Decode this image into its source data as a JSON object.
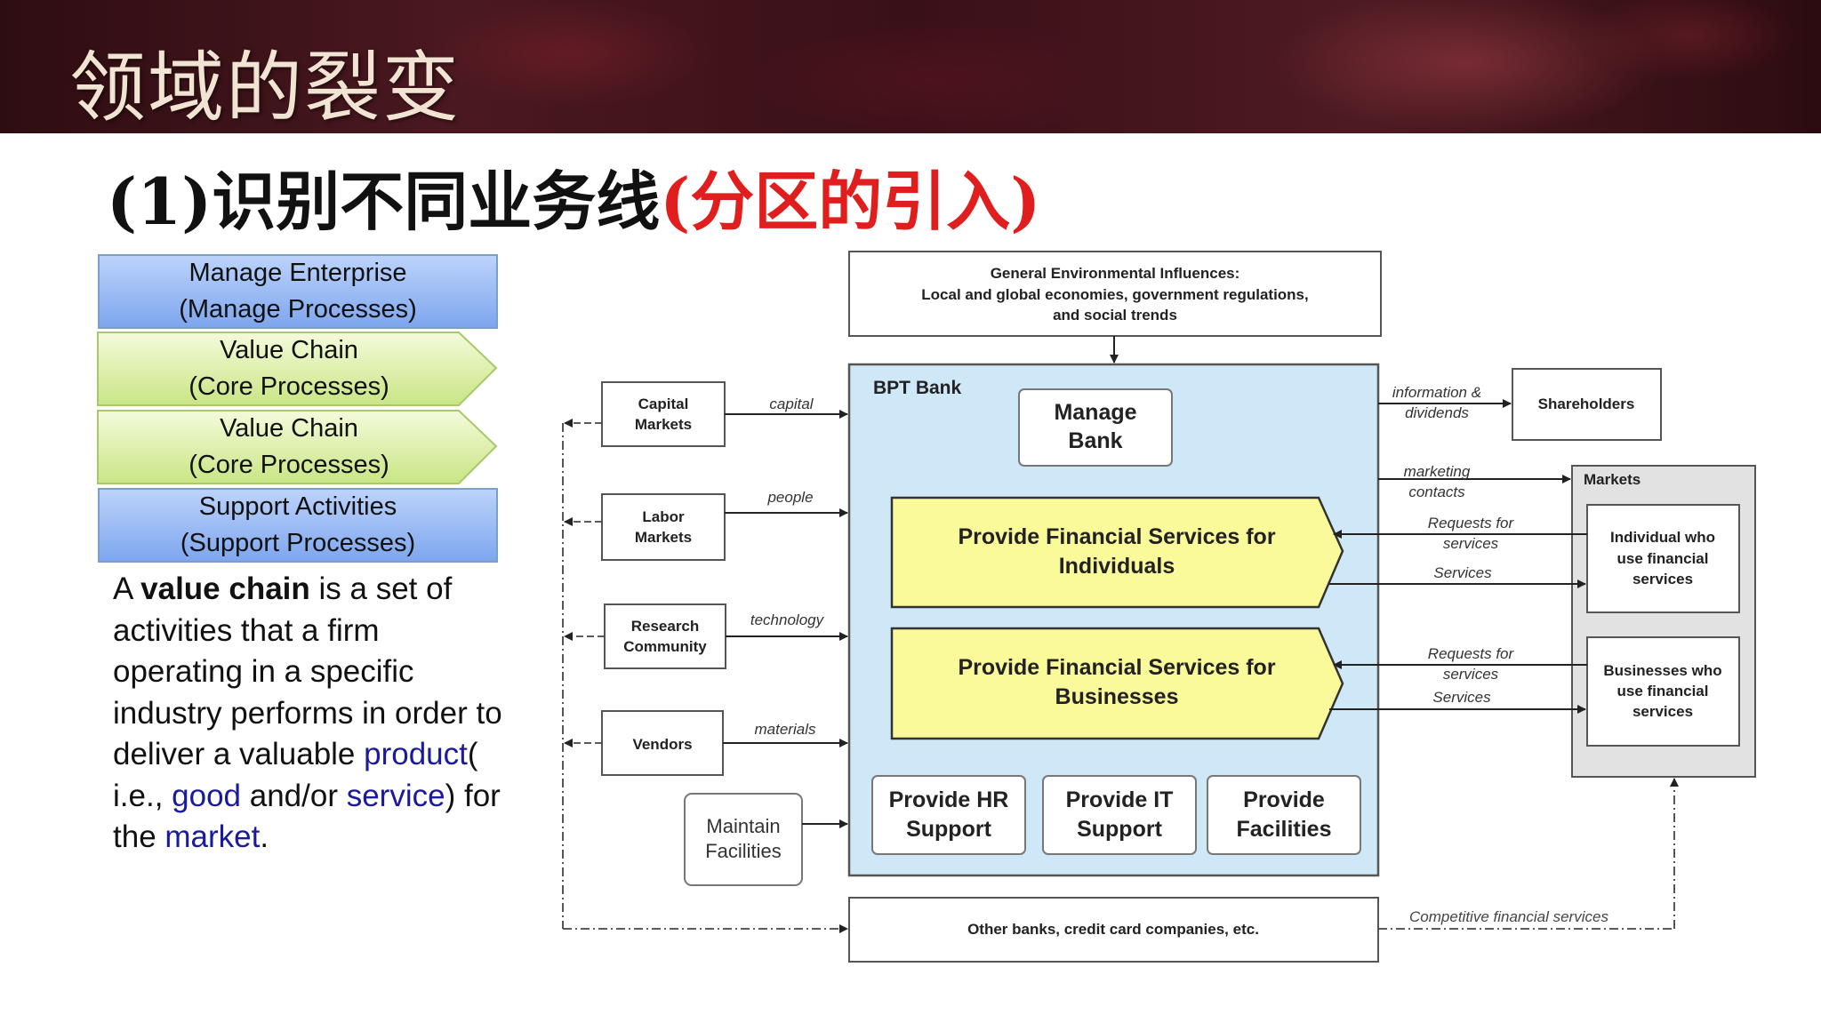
{
  "header": {
    "title": "领域的裂变"
  },
  "subtitle": {
    "prefix": "(1)识别不同业务线",
    "highlight": "(分区的引入)"
  },
  "process_boxes": [
    {
      "line1": "Manage Enterprise",
      "line2": "(Manage Processes)"
    },
    {
      "line1": "Value Chain",
      "line2": "(Core Processes)"
    },
    {
      "line1": "Value Chain",
      "line2": "(Core Processes)"
    },
    {
      "line1": "Support Activities",
      "line2": "(Support Processes)"
    }
  ],
  "definition": {
    "p1": "A ",
    "term": "value chain",
    "p2": " is a set of activities that a firm operating in a specific industry performs in order to deliver a valuable ",
    "product": "product",
    "p3": "( i.e., ",
    "good": "good",
    "p4": " and/or ",
    "service": "service",
    "p5": ") for the ",
    "market": "market",
    "p6": "."
  },
  "diagram": {
    "env_title": "General Environmental Influences:",
    "env_line2": "Local and global economies, government regulations,",
    "env_line3": "and social trends",
    "bank_label": "BPT Bank",
    "manage_bank_1": "Manage",
    "manage_bank_2": "Bank",
    "individuals_1": "Provide Financial Services for",
    "individuals_2": "Individuals",
    "businesses_1": "Provide Financial Services for",
    "businesses_2": "Businesses",
    "hr_1": "Provide HR",
    "hr_2": "Support",
    "it_1": "Provide IT",
    "it_2": "Support",
    "fac_1": "Provide",
    "fac_2": "Facilities",
    "capital_1": "Capital",
    "capital_2": "Markets",
    "capital_flow": "capital",
    "labor_1": "Labor",
    "labor_2": "Markets",
    "labor_flow": "people",
    "research_1": "Research",
    "research_2": "Community",
    "research_flow": "technology",
    "vendors": "Vendors",
    "vendors_flow": "materials",
    "maintain_1": "Maintain",
    "maintain_2": "Facilities",
    "other_banks": "Other banks, credit card companies, etc.",
    "competitive": "Competitive financial services",
    "info_1": "information &",
    "info_2": "dividends",
    "shareholders": "Shareholders",
    "marketing_1": "marketing",
    "marketing_2": "contacts",
    "markets": "Markets",
    "req_1": "Requests for",
    "req_2": "services",
    "services": "Services",
    "ind_cust_1": "Individual who",
    "ind_cust_2": "use financial",
    "ind_cust_3": "services",
    "bus_cust_1": "Businesses who",
    "bus_cust_2": "use financial",
    "bus_cust_3": "services"
  },
  "colors": {
    "bank_fill": "#cfe8f7",
    "process_fill": "#fbfa9a",
    "subtitle_red": "#e01e1e",
    "link_blue": "#1a1a9c"
  }
}
